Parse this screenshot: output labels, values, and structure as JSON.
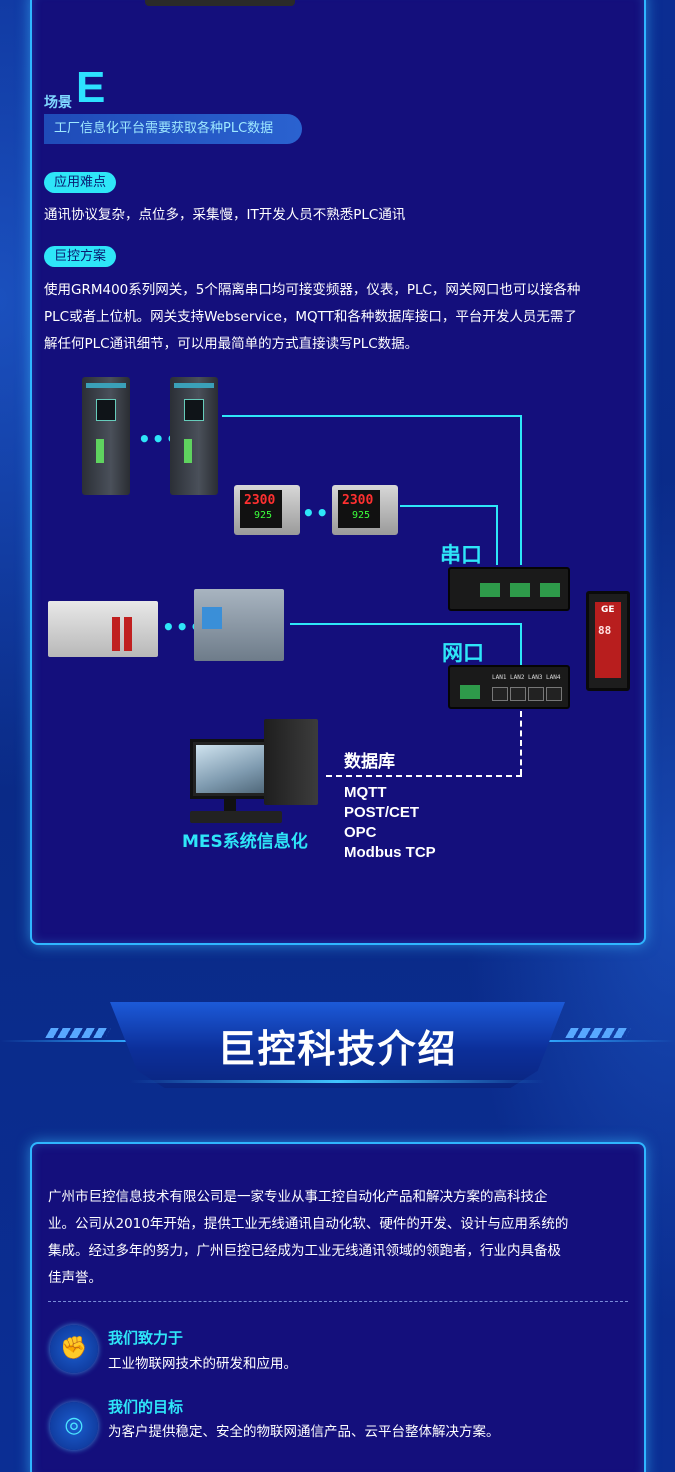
{
  "scene": {
    "label": "场景",
    "letter": "E",
    "banner": "工厂信息化平台需要获取各种PLC数据"
  },
  "difficulty": {
    "pill": "应用难点",
    "text": "通讯协议复杂，点位多，采集慢，IT开发人员不熟悉PLC通讯"
  },
  "solution": {
    "pill": "巨控方案",
    "lines": [
      "使用GRM400系列网关，5个隔离串口均可接变频器，仪表，PLC，网关网口也可以接各种",
      "PLC或者上位机。网关支持Webservice，MQTT和各种数据库接口，平台开发人员无需了",
      "解任何PLC通讯细节，可以用最简单的方式直接读写PLC数据。"
    ]
  },
  "diagram": {
    "serial_label": "串口",
    "network_label": "网口",
    "database_label": "数据库",
    "protocols": [
      "MQTT",
      "POST/CET",
      "OPC",
      "Modbus TCP"
    ],
    "mes_label": "MES系统信息化",
    "meter_reading_top": "2300",
    "meter_reading_bottom": "925",
    "lan_ports": [
      "LAN1",
      "LAN2",
      "LAN3",
      "LAN4"
    ],
    "display_brand": "GE",
    "display_value": "88",
    "line_color": "#2ee6f8"
  },
  "section": {
    "title": "巨控科技介绍"
  },
  "intro": {
    "lines": [
      "广州市巨控信息技术有限公司是一家专业从事工控自动化产品和解决方案的高科技企",
      "业。公司从2010年开始，提供工业无线通讯自动化软、硬件的开发、设计与应用系统的",
      "集成。经过多年的努力，广州巨控已经成为工业无线通讯领域的领跑者，行业内具备极",
      "佳声誉。"
    ]
  },
  "goals": [
    {
      "icon": "fist-icon",
      "title": "我们致力于",
      "desc": "工业物联网技术的研发和应用。"
    },
    {
      "icon": "target-icon",
      "title": "我们的目标",
      "desc": "为客户提供稳定、安全的物联网通信产品、云平台整体解决方案。"
    }
  ],
  "colors": {
    "accent": "#2ee6f8",
    "panel": "#140f7c",
    "background": "#0a2a8c",
    "border": "#2fb6ff"
  }
}
